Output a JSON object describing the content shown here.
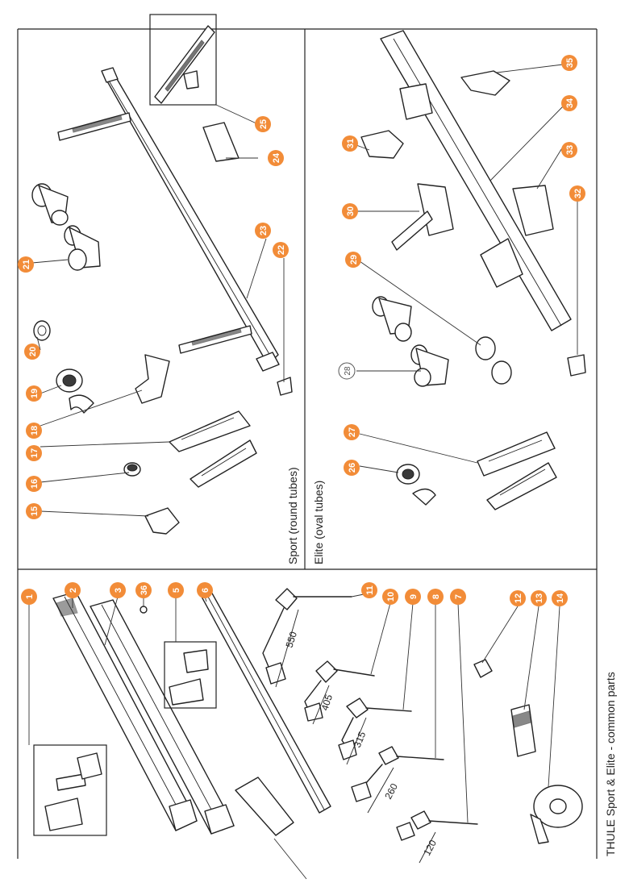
{
  "sections": {
    "sport_title": "Sport (round tubes)",
    "elite_title": "Elite (oval tubes)",
    "common_title": "THULE Sport & Elite - common parts"
  },
  "accent_color": "#F28C38",
  "callouts": {
    "c1": "1",
    "c2": "2",
    "c3": "3",
    "c5": "5",
    "c6": "6",
    "c7": "7",
    "c8": "8",
    "c9": "9",
    "c10": "10",
    "c11": "11",
    "c12": "12",
    "c13": "13",
    "c14": "14",
    "c15": "15",
    "c16": "16",
    "c17": "17",
    "c18": "18",
    "c19": "19",
    "c20": "20",
    "c21": "21",
    "c22": "22",
    "c23": "23",
    "c24": "24",
    "c25": "25",
    "c26": "26",
    "c27": "27",
    "c28": "28",
    "c29": "29",
    "c30": "30",
    "c31": "31",
    "c32": "32",
    "c33": "33",
    "c34": "34",
    "c35": "35",
    "c36": "36"
  },
  "dimensions": {
    "d550": "550",
    "d405": "405",
    "d315": "315",
    "d260": "260",
    "d120": "120"
  }
}
